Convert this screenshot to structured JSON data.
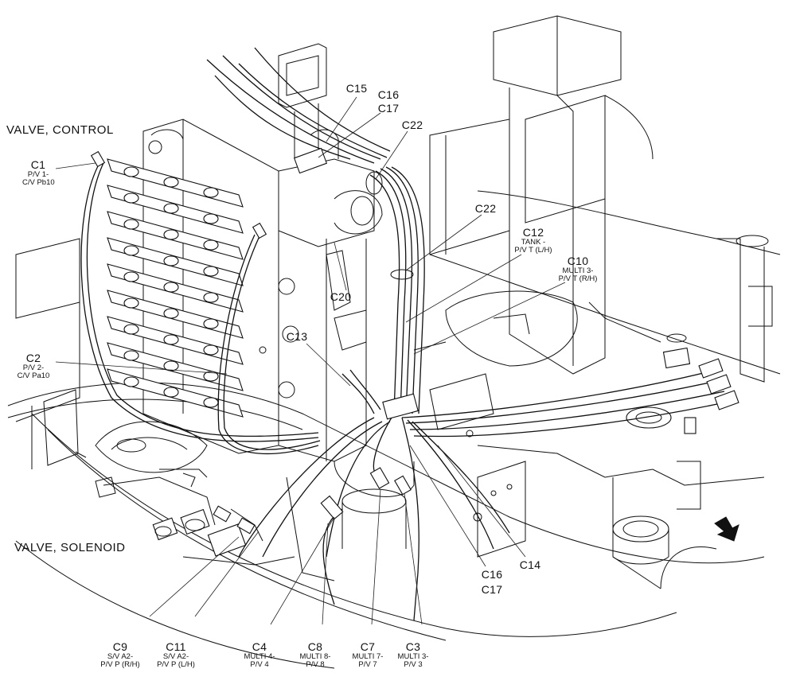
{
  "sections": {
    "control_valve": "VALVE, CONTROL",
    "solenoid_valve": "VALVE, SOLENOID"
  },
  "callouts": [
    {
      "id": "c1",
      "code": "C1",
      "desc": [
        "P/V 1-",
        "C/V Pb10"
      ]
    },
    {
      "id": "c2",
      "code": "C2",
      "desc": [
        "P/V 2-",
        "C/V Pa10"
      ]
    },
    {
      "id": "c15",
      "code": "C15",
      "desc": []
    },
    {
      "id": "c16a",
      "code": "C16",
      "desc": []
    },
    {
      "id": "c17a",
      "code": "C17",
      "desc": []
    },
    {
      "id": "c22a",
      "code": "C22",
      "desc": []
    },
    {
      "id": "c22b",
      "code": "C22",
      "desc": []
    },
    {
      "id": "c12",
      "code": "C12",
      "desc": [
        "TANK -",
        "P/V T (L/H)"
      ]
    },
    {
      "id": "c10",
      "code": "C10",
      "desc": [
        "MULTI 3-",
        "P/V T (R/H)"
      ]
    },
    {
      "id": "c20",
      "code": "C20",
      "desc": []
    },
    {
      "id": "c13",
      "code": "C13",
      "desc": []
    },
    {
      "id": "c14",
      "code": "C14",
      "desc": []
    },
    {
      "id": "c16b",
      "code": "C16",
      "desc": []
    },
    {
      "id": "c17b",
      "code": "C17",
      "desc": []
    },
    {
      "id": "c9",
      "code": "C9",
      "desc": [
        "S/V A2-",
        "P/V P (R/H)"
      ]
    },
    {
      "id": "c11",
      "code": "C11",
      "desc": [
        "S/V A2-",
        "P/V P (L/H)"
      ]
    },
    {
      "id": "c4",
      "code": "C4",
      "desc": [
        "MULTI 4-",
        "P/V 4"
      ]
    },
    {
      "id": "c8",
      "code": "C8",
      "desc": [
        "MULTI 8-",
        "P/V 8"
      ]
    },
    {
      "id": "c7",
      "code": "C7",
      "desc": [
        "MULTI 7-",
        "P/V 7"
      ]
    },
    {
      "id": "c3",
      "code": "C3",
      "desc": [
        "MULTI 3-",
        "P/V 3"
      ]
    }
  ],
  "colors": {
    "ink": "#111111",
    "paper": "#ffffff"
  },
  "icons": {
    "direction": "direction-arrow-icon"
  }
}
